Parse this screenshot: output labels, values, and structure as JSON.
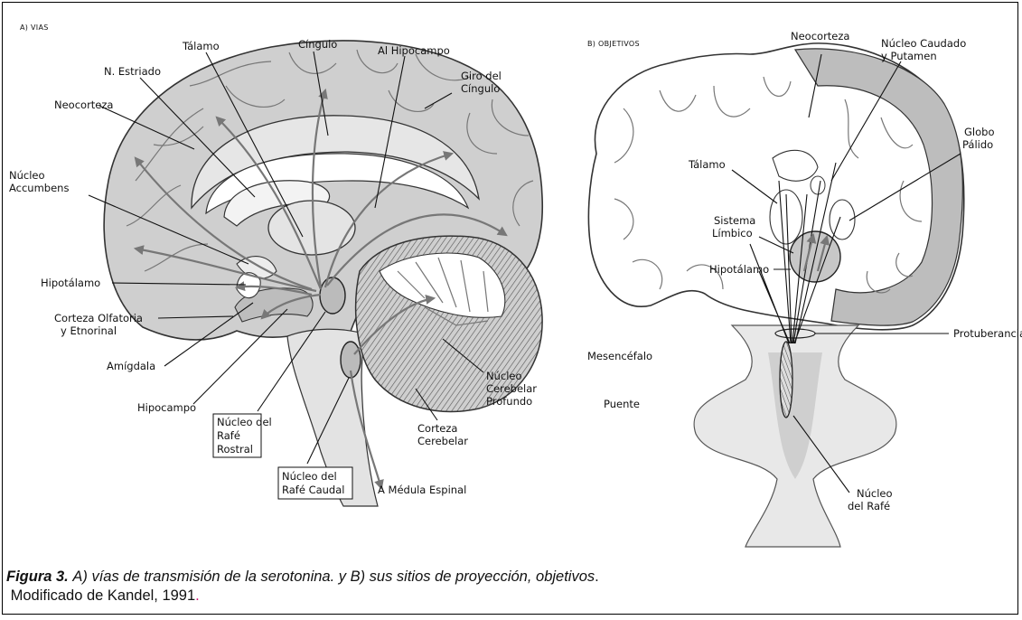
{
  "panel_a": {
    "section_title": "A) VIAS",
    "labels": {
      "talamo": "Tálamo",
      "cingulo": "Cíngulo",
      "al_hipocampo": "Al Hipocampo",
      "n_estriado": "N. Estriado",
      "giro_cingulo_1": "Giro del",
      "giro_cingulo_2": "Cíngulo",
      "neocorteza": "Neocorteza",
      "nucleo_accumbens_1": "Núcleo",
      "nucleo_accumbens_2": "Accumbens",
      "hipotalamo": "Hipotálamo",
      "corteza_olfatoria_1": "Corteza Olfatoria",
      "corteza_olfatoria_2": "y Etnorinal",
      "amigdala": "Amígdala",
      "hipocampo": "Hipocampo",
      "rafe_rostral_1": "Núcleo del",
      "rafe_rostral_2": "Rafé",
      "rafe_rostral_3": "Rostral",
      "rafe_caudal_1": "Núcleo del",
      "rafe_caudal_2": "Rafé Caudal",
      "medula": "A Médula Espinal",
      "corteza_cerebelar_1": "Corteza",
      "corteza_cerebelar_2": "Cerebelar",
      "nucleo_cerebelar_1": "Núcleo",
      "nucleo_cerebelar_2": "Cerebelar",
      "nucleo_cerebelar_3": "Profundo"
    }
  },
  "panel_b": {
    "section_title": "B) OBJETIVOS",
    "labels": {
      "neocorteza": "Neocorteza",
      "caudado_1": "Núcleo Caudado",
      "caudado_2": "y Putamen",
      "globo_1": "Globo",
      "globo_2": "Pálido",
      "talamo": "Tálamo",
      "sistema_1": "Sistema",
      "sistema_2": "Límbico",
      "hipotalamo": "Hipotálamo",
      "protuberancia": "Protuberancia",
      "mesencefalo": "Mesencéfalo",
      "puente": "Puente",
      "rafe_1": "Núcleo",
      "rafe_2": "del Rafé"
    }
  },
  "caption": {
    "figure_label": "Figura 3.",
    "text": "A) vías de transmisión de la serotonina. y B) sus sitios de  proyección, objetivos",
    "end_period": ".",
    "source": "Modificado de Kandel, 1991",
    "source_period": "."
  }
}
